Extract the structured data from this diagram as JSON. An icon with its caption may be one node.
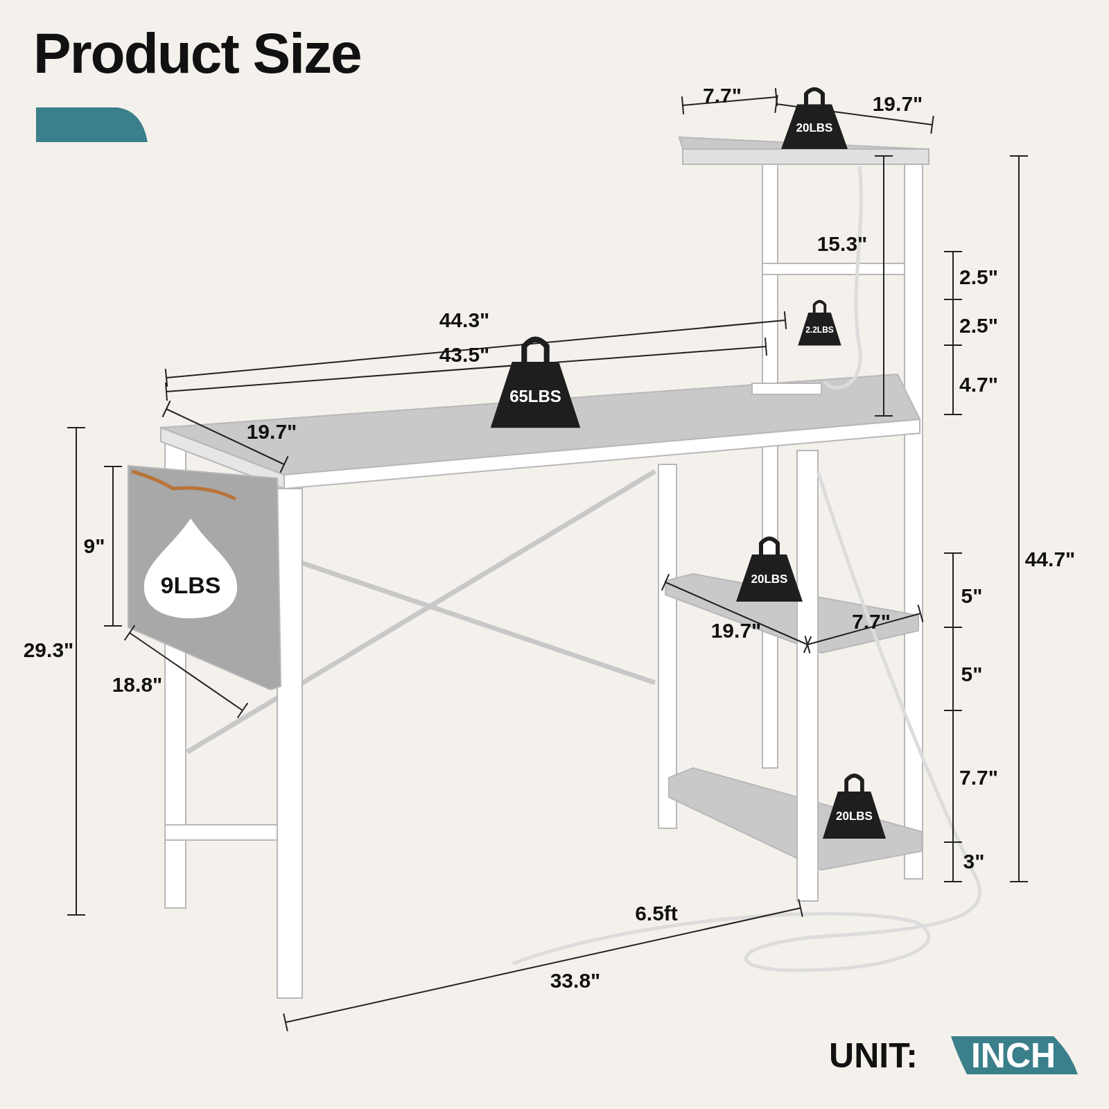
{
  "diagram": {
    "title": "Product Size",
    "nodes": [
      {
        "text": [
          "20LBS"
        ]
      },
      {
        "text": [
          "2.2LBS"
        ]
      },
      {
        "text": [
          "65LBS"
        ]
      },
      {
        "text": [
          "9LBS"
        ]
      },
      {
        "text": [
          "20LBS"
        ]
      },
      {
        "text": [
          "20LBS"
        ]
      }
    ],
    "edges": [],
    "labels": [
      "7.7\"",
      "19.7\"",
      "15.3\"",
      "2.5\"",
      "44.3\"",
      "2.5\"",
      "43.5\"",
      "4.7\"",
      "19.7\"",
      "9\"",
      "44.7\"",
      "5\"",
      "7.7\"",
      "19.7\"",
      "29.3\"",
      "5\"",
      "18.8\"",
      "7.7\"",
      "3\"",
      "6.5ft",
      "33.8\"",
      "UNIT:",
      "INCH"
    ]
  }
}
